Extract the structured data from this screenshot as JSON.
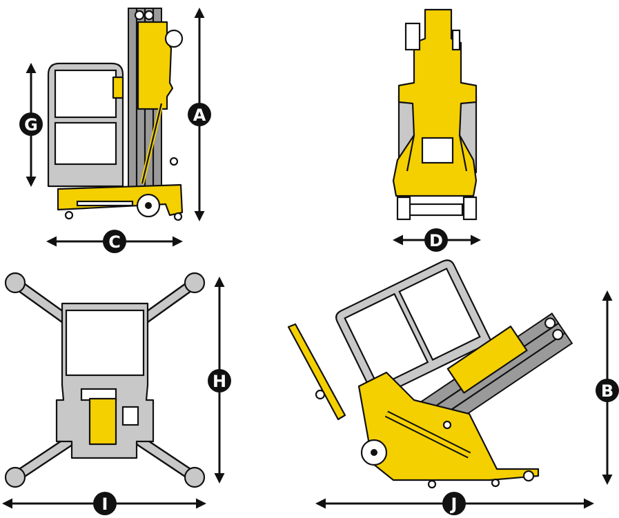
{
  "dimensions": [
    {
      "id": "A",
      "label": "A"
    },
    {
      "id": "B",
      "label": "B"
    },
    {
      "id": "C",
      "label": "C"
    },
    {
      "id": "D",
      "label": "D"
    },
    {
      "id": "G",
      "label": "G"
    },
    {
      "id": "H",
      "label": "H"
    },
    {
      "id": "I",
      "label": "I"
    },
    {
      "id": "J",
      "label": "J"
    }
  ],
  "colors": {
    "machine_yellow": "#f5d000",
    "platform_grey": "#c8c8c8",
    "mast_grey": "#9a9a9a",
    "outline": "#111111",
    "badge": "#111111"
  }
}
